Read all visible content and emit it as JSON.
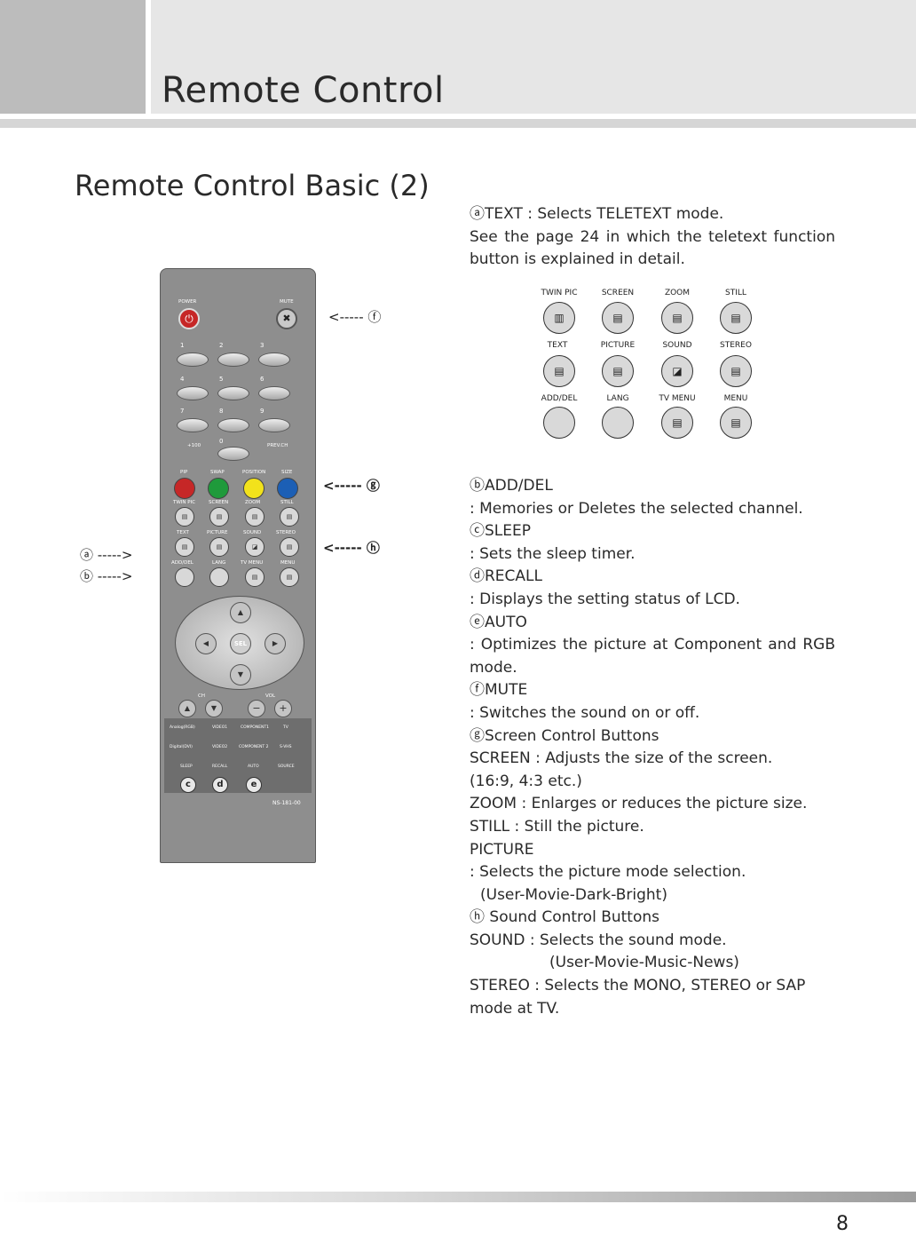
{
  "header": {
    "title": "Remote Control"
  },
  "section_title": "Remote Control Basic (2)",
  "remote": {
    "power_label": "POWER",
    "power_icon": "power-icon",
    "mute_label": "MUTE",
    "mute_icon": "speaker-mute-icon",
    "digits": [
      "1",
      "2",
      "3",
      "4",
      "5",
      "6",
      "7",
      "8",
      "9"
    ],
    "plus100": "+100",
    "zero": "0",
    "prev_ch": "PREV.CH",
    "color_labels": [
      "PIP",
      "SWAP",
      "POSITION",
      "SIZE"
    ],
    "colors": [
      "#c62727",
      "#1f9a3b",
      "#f2e21b",
      "#1c5fb5"
    ],
    "row1_labels": [
      "TWIN PIC",
      "SCREEN",
      "ZOOM",
      "STILL"
    ],
    "row2_labels": [
      "TEXT",
      "PICTURE",
      "SOUND",
      "STEREO"
    ],
    "row3_labels": [
      "ADD/DEL",
      "LANG",
      "TV MENU",
      "MENU"
    ],
    "sel_label": "SEL",
    "ch_label": "CH",
    "vol_label": "VOL",
    "vol_minus": "−",
    "vol_plus": "+",
    "source_row1": [
      "Analog(RGB)",
      "VIDEO1",
      "COMPONENT1",
      "TV"
    ],
    "source_row2": [
      "Digital(DVI)",
      "VIDEO2",
      "COMPONENT 2",
      "S-VHS"
    ],
    "source_row3": [
      "SLEEP",
      "RECALL",
      "AUTO",
      "SOURCE"
    ],
    "letters": [
      "c",
      "d",
      "e"
    ],
    "model": "NS-181-00"
  },
  "callouts": {
    "f": "<-----  ⓕ",
    "g": "<-----  ⓖ",
    "h": "<-----  ⓗ",
    "a": "ⓐ  ----->",
    "b": "ⓑ  ----->"
  },
  "button_grid": {
    "labels": [
      "TWIN PIC",
      "SCREEN",
      "ZOOM",
      "STILL",
      "TEXT",
      "PICTURE",
      "SOUND",
      "STEREO",
      "ADD/DEL",
      "LANG",
      "TV MENU",
      "MENU"
    ]
  },
  "text": {
    "a_title": "ⓐTEXT : Selects TELETEXT mode.",
    "a_body": "See the page 24 in which the teletext function button is explained in detail.",
    "b_title": "ⓑADD/DEL",
    "b_body": ": Memories or Deletes the selected channel.",
    "c_title": "ⓒSLEEP",
    "c_body": ": Sets the sleep timer.",
    "d_title": "ⓓRECALL",
    "d_body": ": Displays the setting status of LCD.",
    "e_title": "ⓔAUTO",
    "e_body": ": Optimizes the picture at Component and RGB mode.",
    "f_title": "ⓕMUTE",
    "f_body": ": Switches the sound on or off.",
    "g_title": "ⓖScreen Control Buttons",
    "g_screen": "SCREEN : Adjusts the size of the screen.",
    "g_screen2": "(16:9, 4:3 etc.)",
    "g_zoom": "ZOOM : Enlarges or reduces the picture size.",
    "g_still": "STILL : Still the picture.",
    "g_picture": "PICTURE",
    "g_picture_body": ": Selects the picture mode selection.",
    "g_picture_modes": "(User-Movie-Dark-Bright)",
    "h_title": "ⓗ Sound Control Buttons",
    "h_sound": "SOUND : Selects the sound mode.",
    "h_sound_modes": "(User-Movie-Music-News)",
    "h_stereo": "STEREO : Selects the MONO, STEREO or SAP mode at TV."
  },
  "page_number": "8"
}
